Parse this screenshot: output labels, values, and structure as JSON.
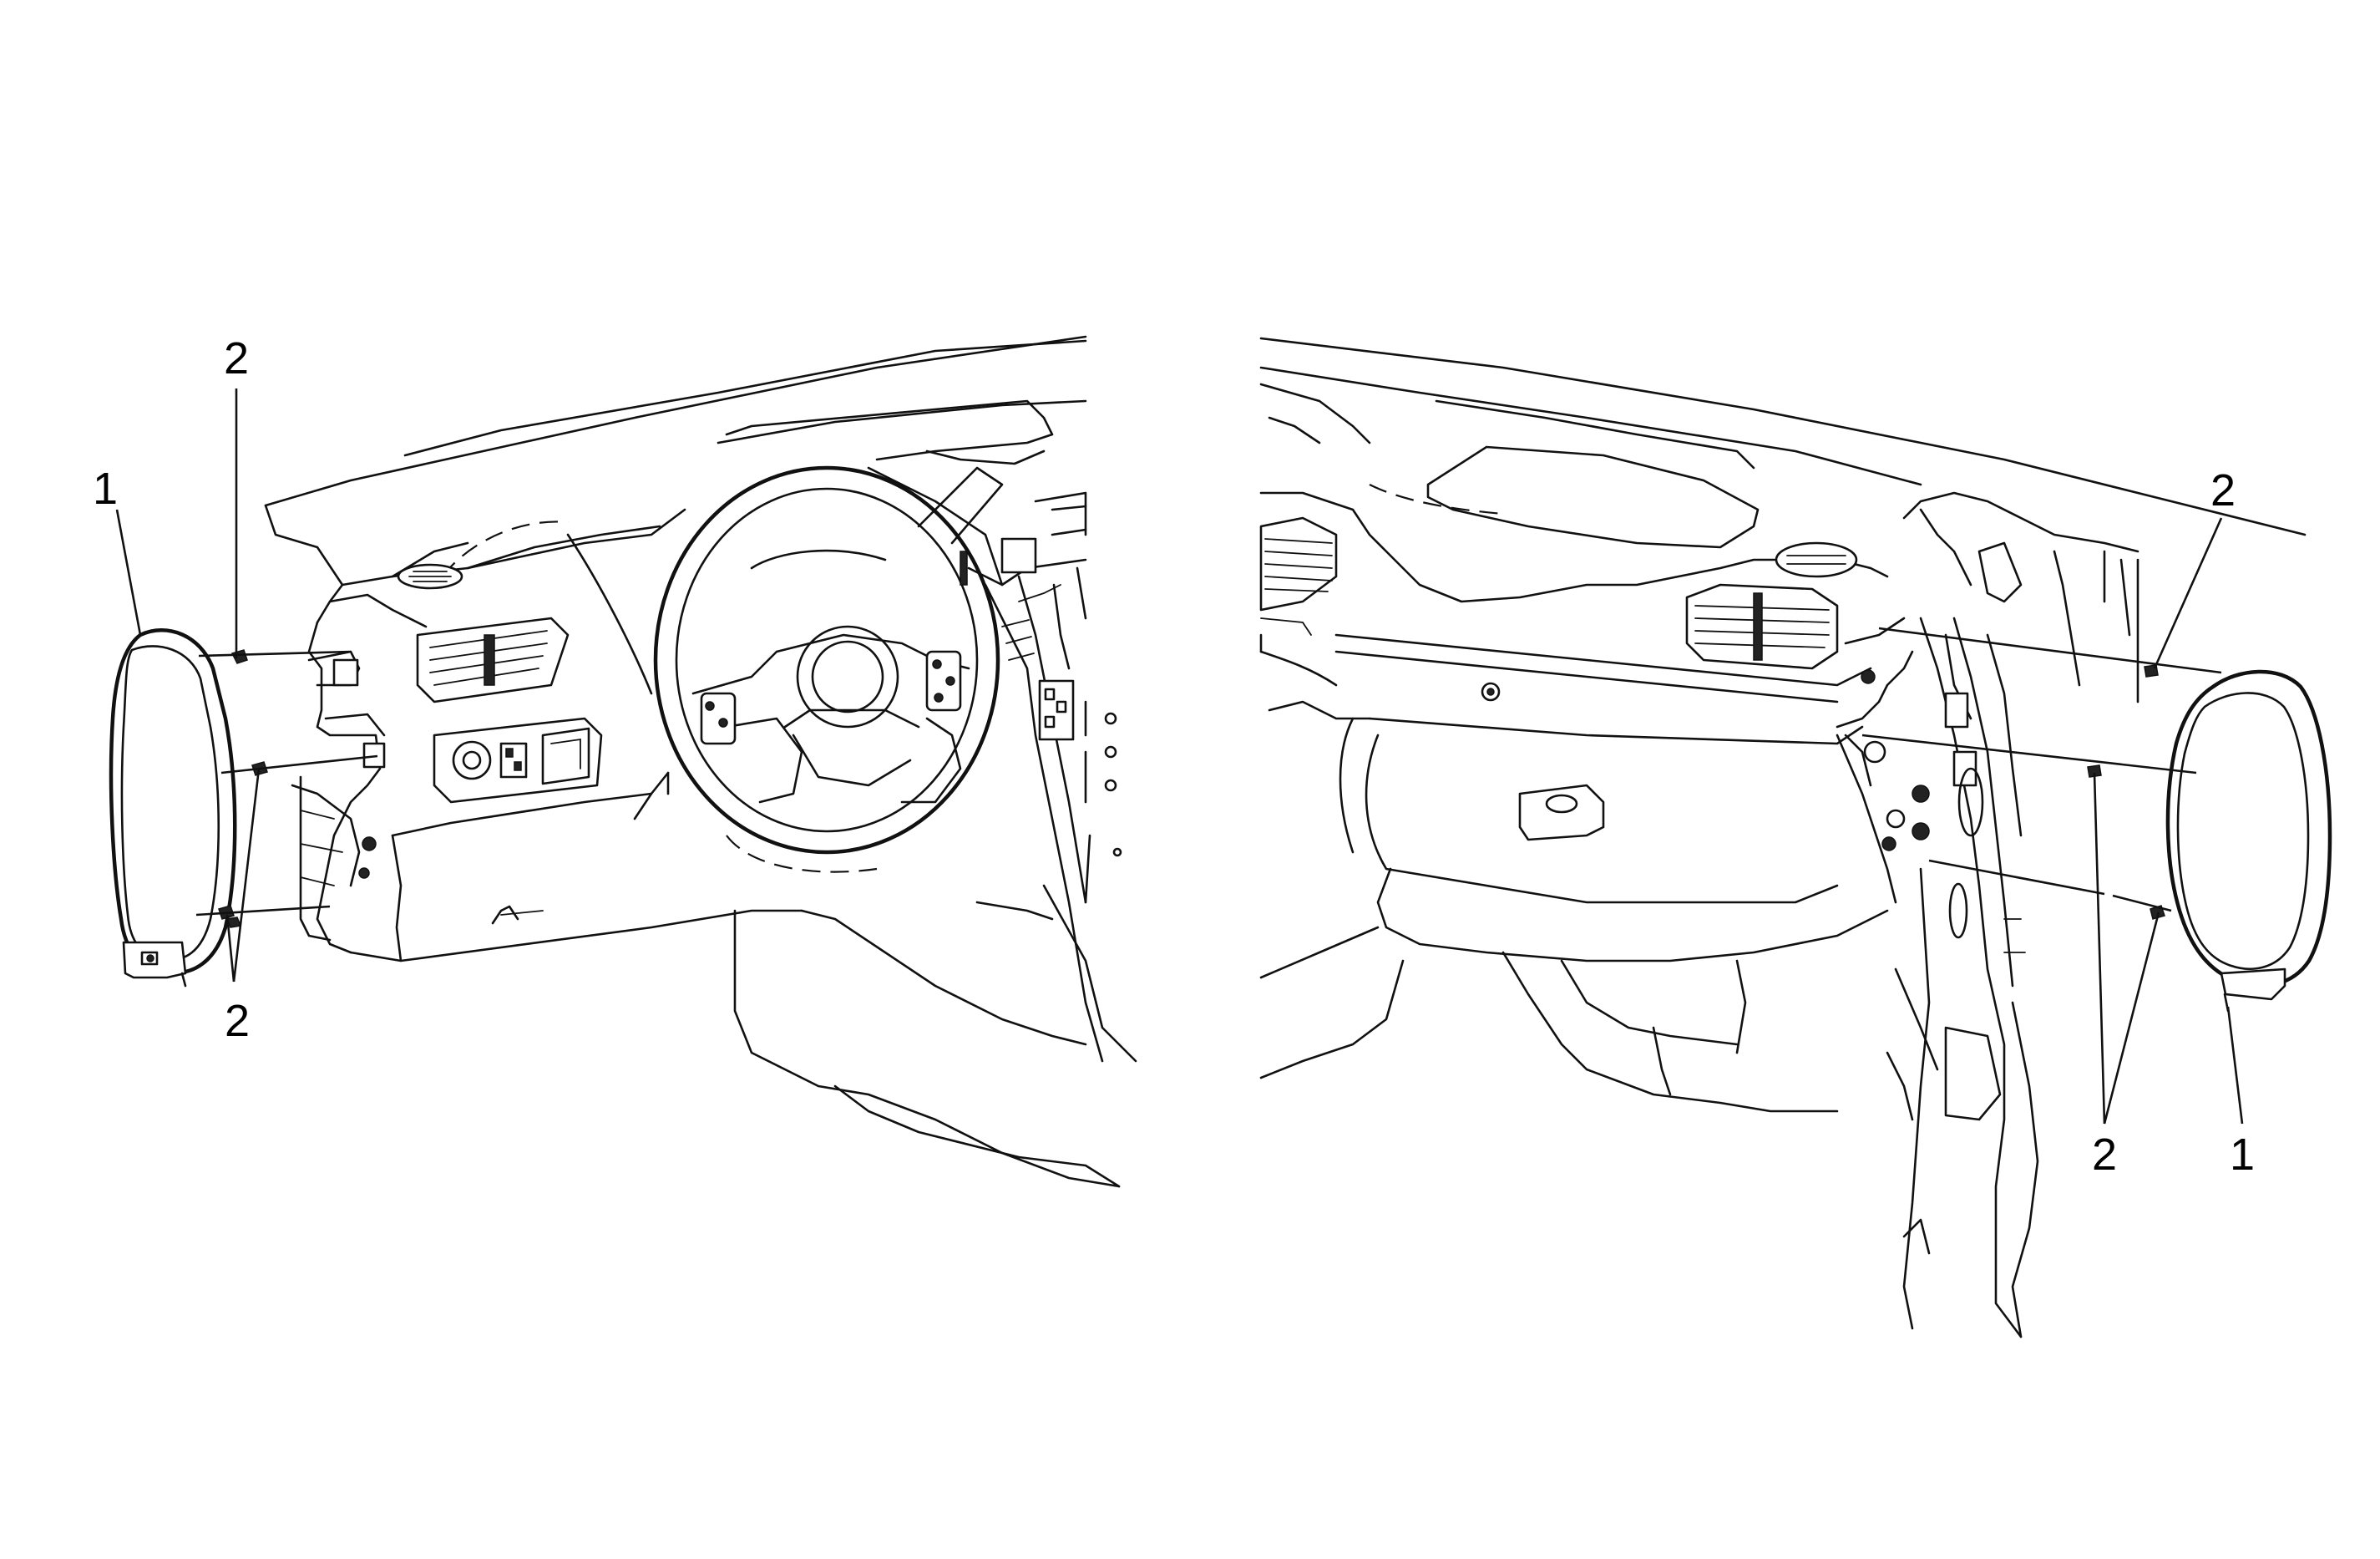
{
  "callouts": {
    "left_panel": {
      "top_fastener": "2",
      "trim_cover": "1",
      "lower_fasteners": "2"
    },
    "right_panel": {
      "top_fastener": "2",
      "lower_fasteners": "2",
      "trim_cover": "1"
    }
  },
  "colors": {
    "line": "#111111",
    "background": "#ffffff"
  },
  "icons": [
    "steering-wheel-icon",
    "air-vent-icon",
    "glove-box-icon",
    "trim-cover-icon",
    "clip-fastener-icon"
  ]
}
